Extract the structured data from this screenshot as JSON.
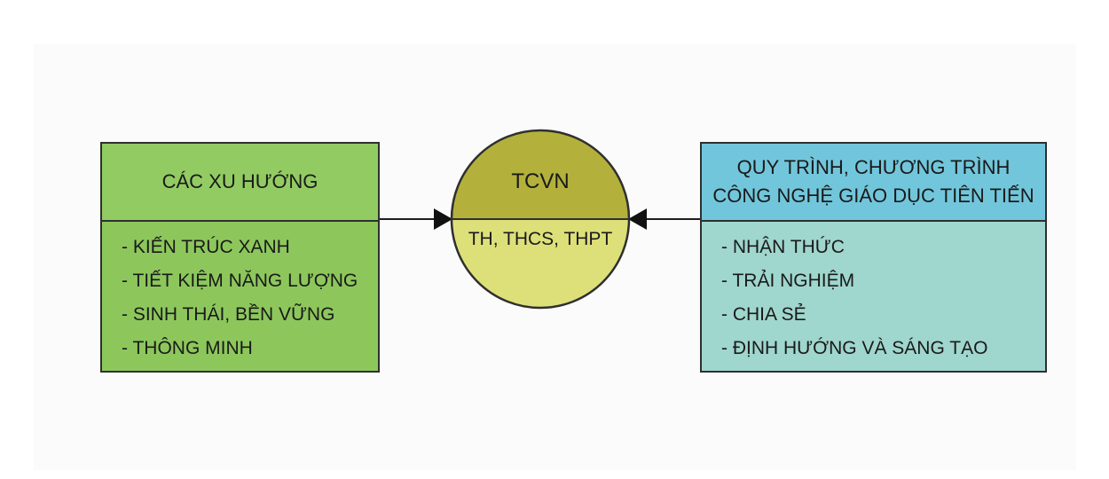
{
  "left_box": {
    "title": "CÁC XU HƯỚNG",
    "items": [
      "- KIẾN TRÚC XANH",
      "- TIẾT KIỆM NĂNG LƯỢNG",
      "- SINH THÁI, BỀN VỮNG",
      "- THÔNG MINH"
    ]
  },
  "center": {
    "top_label": "TCVN",
    "bottom_label": "TH, THCS, THPT"
  },
  "right_box": {
    "title_line1": "QUY TRÌNH, CHƯƠNG TRÌNH",
    "title_line2": "CÔNG NGHỆ GIÁO DỤC TIÊN TIẾN",
    "items": [
      "- NHẬN THỨC",
      "- TRẢI NGHIỆM",
      "- CHIA SẺ",
      "- ĐỊNH HƯỚNG VÀ SÁNG TẠO"
    ]
  },
  "colors": {
    "left_header": "#93cb63",
    "left_body": "#8dc75c",
    "right_header": "#72c6db",
    "right_body": "#9fd6cd",
    "circle_top": "#b3b13b",
    "circle_bottom": "#dde079",
    "line": "#2f2f2f"
  }
}
